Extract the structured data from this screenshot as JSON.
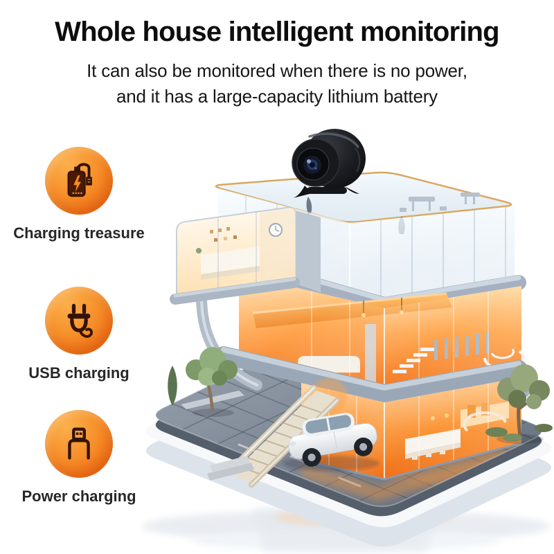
{
  "header": {
    "title": "Whole house intelligent monitoring",
    "subtitle_line1": "It can also be monitored when there is no power,",
    "subtitle_line2": "and it has a large-capacity lithium battery"
  },
  "features": [
    {
      "label": "Charging treasure",
      "icon": "power-bank-icon"
    },
    {
      "label": "USB charging",
      "icon": "power-plug-icon"
    },
    {
      "label": "Power charging",
      "icon": "usb-plug-icon"
    }
  ],
  "illustration": {
    "elements": [
      "mini-security-camera",
      "three-story-glass-smart-house",
      "rooftop-terrace",
      "escalator",
      "white-car",
      "trees",
      "tiled-driveway-platform",
      "floor-reflection"
    ]
  },
  "colors": {
    "background": "#FFFFFF",
    "title_text": "#0D0D0D",
    "label_text": "#272727",
    "badge_gradient_start": "#FBB04C",
    "badge_gradient_end": "#ED5E0C",
    "badge_icon": "#331303",
    "interior_glow": "#F97316",
    "structure_gray": "#9AA7B6",
    "camera_black": "#15171B"
  }
}
